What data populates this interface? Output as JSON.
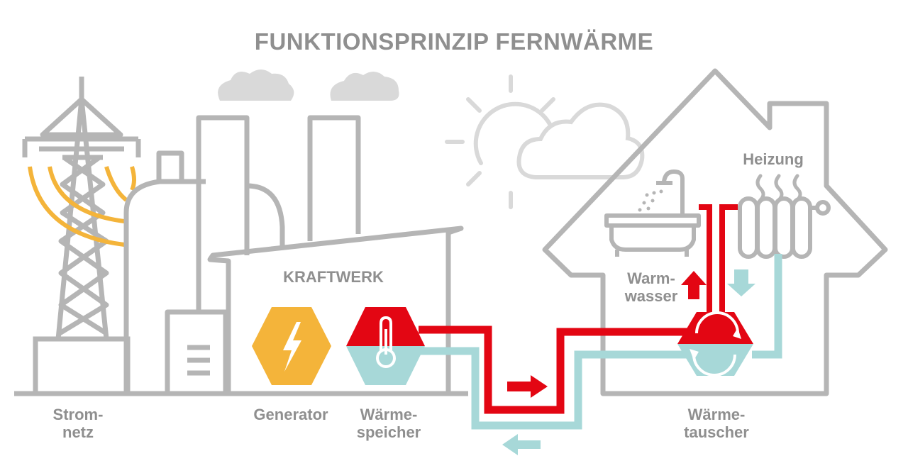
{
  "title": "FUNKTIONSPRINZIP FERNWÄRME",
  "labels": {
    "kraftwerk": "KRAFTWERK",
    "stromnetz": "Strom-\nnetz",
    "generator": "Generator",
    "waermespeicher": "Wärme-\nspeicher",
    "waermetauscher": "Wärme-\ntauscher",
    "warmwasser": "Warm-\nwasser",
    "heizung": "Heizung"
  },
  "colors": {
    "outline": "#b5b5b5",
    "text": "#8f8f8f",
    "supply": "#e30613",
    "return": "#a7d8d8",
    "power": "#f4b43a",
    "weather": "#d9d9d9"
  },
  "icons": [
    "power-pylon-icon",
    "power-plant-icon",
    "smoke-cloud-icon",
    "sun-icon",
    "cloud-icon",
    "house-icon",
    "bathtub-icon",
    "shower-icon",
    "radiator-icon",
    "steam-icon",
    "lightning-icon",
    "thermometer-icon",
    "circular-arrows-icon",
    "flow-arrow-icon"
  ]
}
